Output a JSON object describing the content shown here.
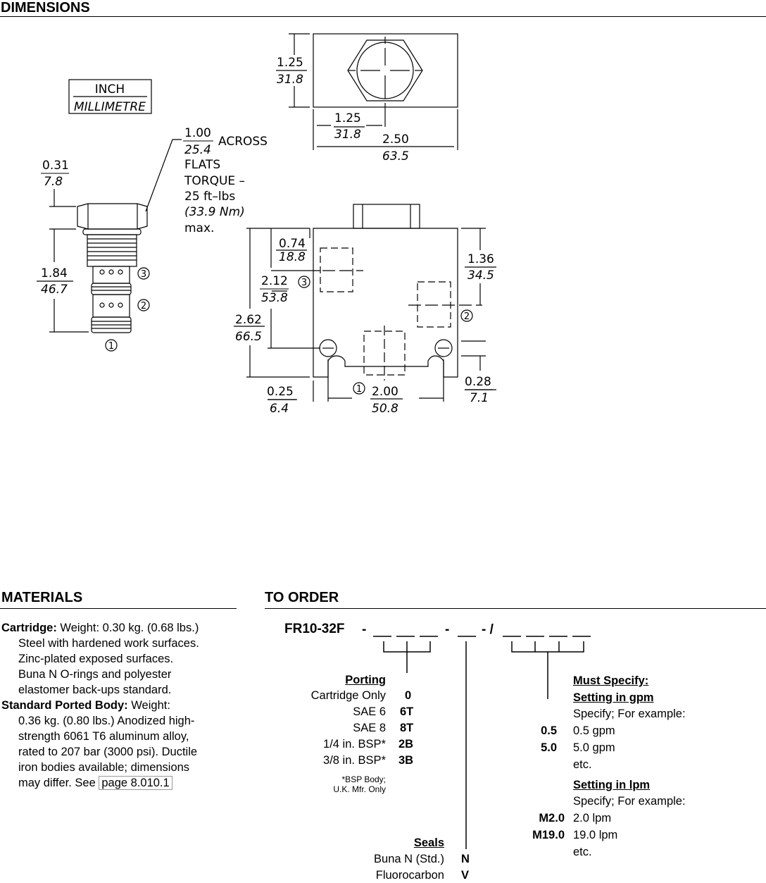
{
  "headers": {
    "dimensions": "DIMENSIONS",
    "materials": "MATERIALS",
    "to_order": "TO ORDER"
  },
  "legend": {
    "top": "INCH",
    "bottom": "MILLIMETRE"
  },
  "dims": {
    "across_in": "1.00",
    "across_mm": "25.4",
    "across_word": "ACROSS",
    "flats": "FLATS",
    "torque1": "TORQUE  –",
    "torque2": "25  ft–lbs",
    "torque3": "(33.9  Nm)",
    "torque4": "max.",
    "hex_in": "0.31",
    "hex_mm": "7.8",
    "cart_in": "1.84",
    "cart_mm": "46.7",
    "top_h_in": "1.25",
    "top_h_mm": "31.8",
    "top_c_in": "1.25",
    "top_c_mm": "31.8",
    "top_w_in": "2.50",
    "top_w_mm": "63.5",
    "d074_in": "0.74",
    "d074_mm": "18.8",
    "d212_in": "2.12",
    "d212_mm": "53.8",
    "d262_in": "2.62",
    "d262_mm": "66.5",
    "d136_in": "1.36",
    "d136_mm": "34.5",
    "d025_in": "0.25",
    "d025_mm": "6.4",
    "d200_in": "2.00",
    "d200_mm": "50.8",
    "d028_in": "0.28",
    "d028_mm": "7.1",
    "p1": "1",
    "p2": "2",
    "p3": "3"
  },
  "materials": {
    "cart_label": "Cartridge:",
    "cart_first": " Weight: 0.30 kg. (0.68 lbs.)",
    "cart_lines": [
      "Steel with hardened work surfaces.",
      "Zinc-plated exposed surfaces.",
      "Buna N O-rings and polyester",
      "elastomer back-ups standard."
    ],
    "body_label": "Standard Ported Body:",
    "body_first": " Weight:",
    "body_lines": [
      "0.36 kg. (0.80 lbs.) Anodized high-",
      "strength 6061 T6 aluminum alloy,",
      "rated to 207 bar (3000 psi). Ductile",
      "iron bodies available; dimensions"
    ],
    "body_last_pre": "may differ. See ",
    "body_link": "page 8.010.1"
  },
  "order": {
    "code": "FR10-32F",
    "porting": {
      "title": "Porting",
      "rows": [
        [
          "Cartridge Only",
          "0"
        ],
        [
          "SAE 6",
          "6T"
        ],
        [
          "SAE 8",
          "8T"
        ],
        [
          "1/4 in. BSP*",
          "2B"
        ],
        [
          "3/8 in. BSP*",
          "3B"
        ]
      ],
      "note1": "*BSP Body;",
      "note2": "U.K. Mfr. Only"
    },
    "seals": {
      "title": "Seals",
      "rows": [
        [
          "Buna N (Std.)",
          "N"
        ],
        [
          "Fluorocarbon",
          "V"
        ]
      ]
    },
    "must": {
      "title": "Must Specify:",
      "gpm_title": "Setting in gpm",
      "gpm_example": "Specify; For example:",
      "gpm_rows": [
        [
          "0.5",
          "0.5 gpm"
        ],
        [
          "5.0",
          "5.0 gpm"
        ]
      ],
      "etc": "etc.",
      "lpm_title": "Setting in lpm",
      "lpm_example": "Specify; For example:",
      "lpm_rows": [
        [
          "M2.0",
          "2.0 lpm"
        ],
        [
          "M19.0",
          "19.0 lpm"
        ]
      ]
    }
  }
}
